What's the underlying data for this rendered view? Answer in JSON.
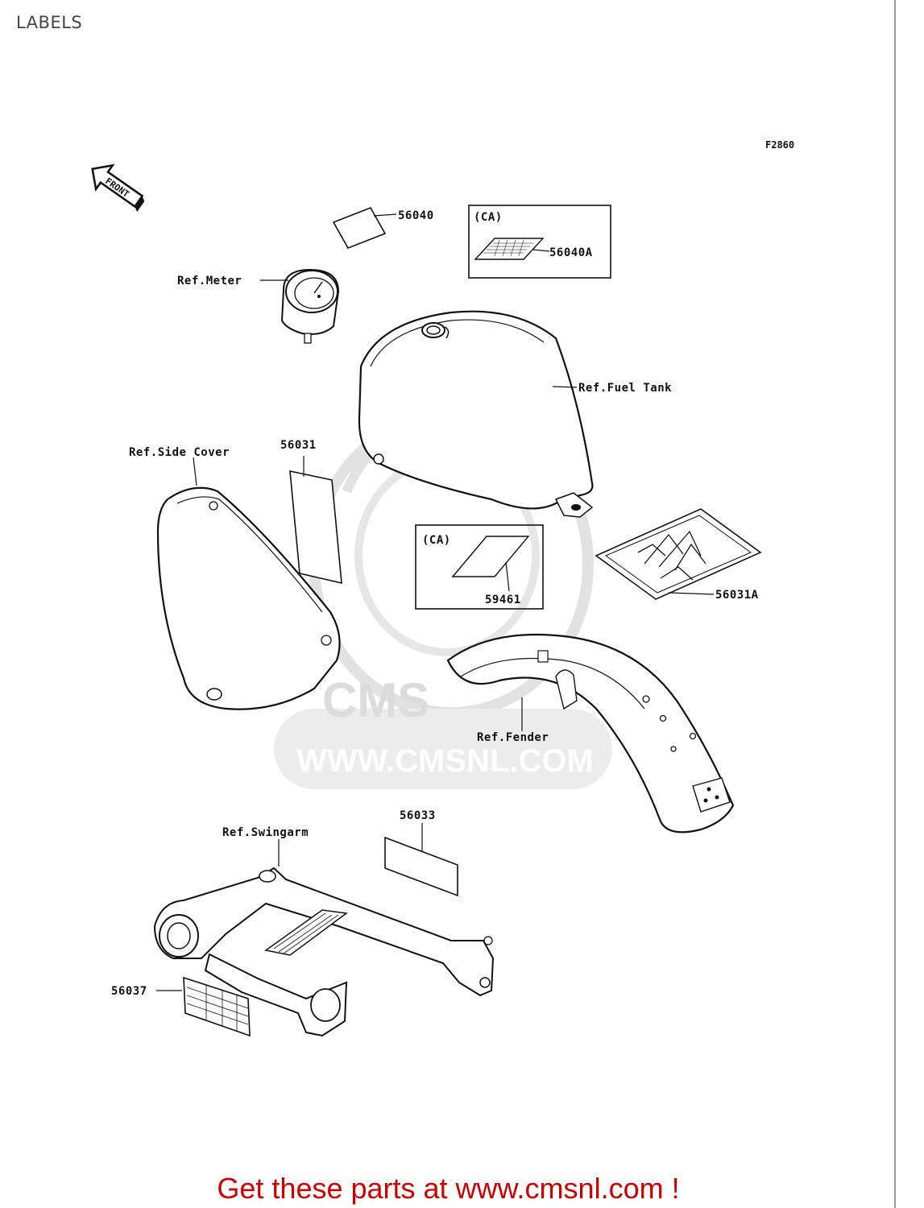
{
  "page": {
    "title": "LABELS",
    "figure_code": "F2860",
    "front_arrow_text": "FRONT"
  },
  "labels": {
    "ref_meter": "Ref.Meter",
    "ref_fuel_tank": "Ref.Fuel Tank",
    "ref_side_cover": "Ref.Side Cover",
    "ref_fender": "Ref.Fender",
    "ref_swingarm": "Ref.Swingarm"
  },
  "parts": {
    "p56040": "56040",
    "p56040A": "56040A",
    "p56031": "56031",
    "p56031A": "56031A",
    "p59461": "59461",
    "p56033": "56033",
    "p56037": "56037"
  },
  "region_boxes": {
    "ca_top": "(CA)",
    "ca_mid": "(CA)"
  },
  "watermark": {
    "brand": "CMS",
    "url": "WWW.CMSNL.COM"
  },
  "footer": {
    "cta": "Get these parts at www.cmsnl.com !"
  },
  "colors": {
    "cta_red": "#d10000",
    "watermark_gray": "#dcdcdc",
    "line_black": "#111111"
  }
}
